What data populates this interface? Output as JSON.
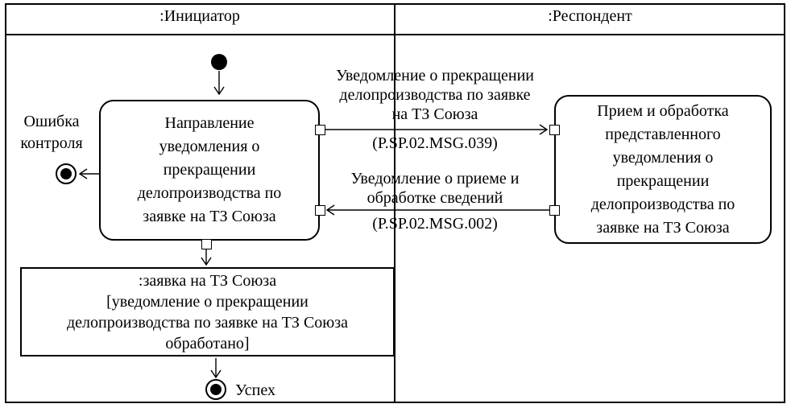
{
  "colors": {
    "ink": "#000000",
    "background": "#ffffff"
  },
  "header": {
    "initiator": ":Инициатор",
    "respondent": ":Респондент"
  },
  "nodes": {
    "send_action": {
      "lines": [
        "Направление",
        "уведомления о",
        "прекращении",
        "делопроизводства по",
        "заявке на ТЗ Союза"
      ]
    },
    "receive_action": {
      "lines": [
        "Прием и обработка",
        "представленного",
        "уведомления о",
        "прекращении",
        "делопроизводства по",
        "заявке на ТЗ Союза"
      ]
    },
    "object_node": {
      "lines": [
        ":заявка на ТЗ Союза",
        "[уведомление о прекращении",
        "делопроизводства по заявке на ТЗ Союза",
        "обработано]"
      ]
    },
    "error_final": {
      "lines": [
        "Ошибка",
        "контроля"
      ]
    },
    "success_final": {
      "label": "Успех"
    }
  },
  "messages": {
    "send": {
      "lines": [
        "Уведомление о прекращении",
        "делопроизводства по заявке",
        "на ТЗ Союза"
      ],
      "code": "(P.SP.02.MSG.039)"
    },
    "reply": {
      "lines": [
        "Уведомление о приеме и",
        "обработке сведений"
      ],
      "code": "(P.SP.02.MSG.002)"
    }
  }
}
